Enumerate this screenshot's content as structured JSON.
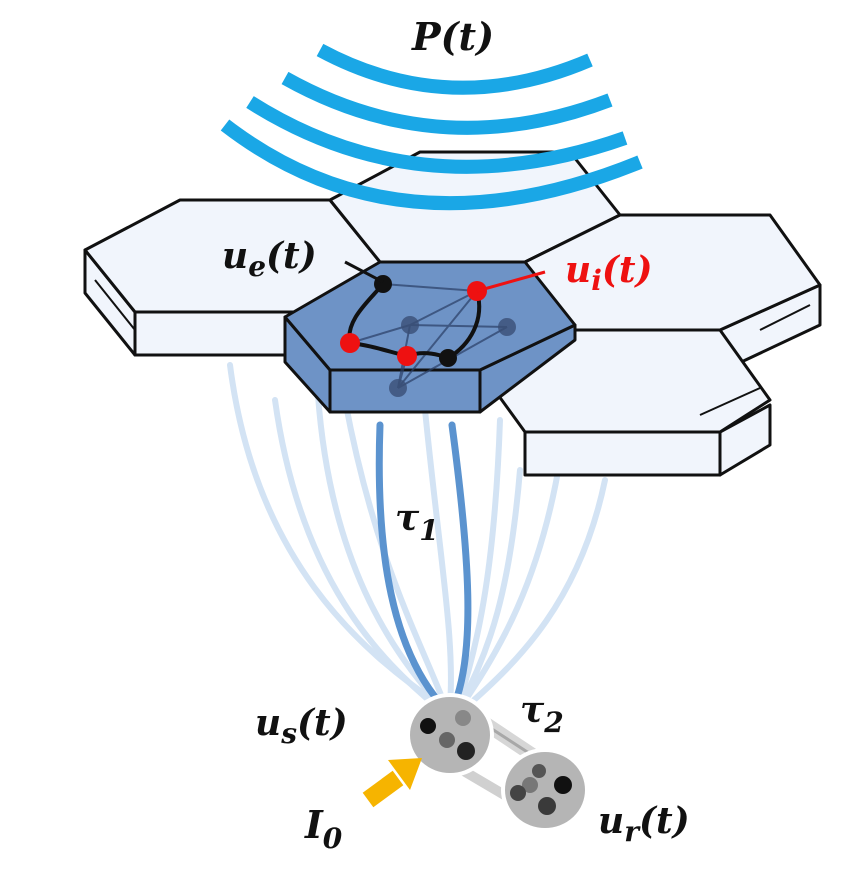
{
  "labels": {
    "P": "P(t)",
    "ue_main": "u",
    "ue_sub": "e",
    "ue_arg": "(t)",
    "ui_main": "u",
    "ui_sub": "i",
    "ui_arg": "(t)",
    "tau1_main": "τ",
    "tau1_sub": "1",
    "tau2_main": "τ",
    "tau2_sub": "2",
    "us_main": "u",
    "us_sub": "s",
    "us_arg": "(t)",
    "ur_main": "u",
    "ur_sub": "r",
    "ur_arg": "(t)",
    "I0_main": "I",
    "I0_sub": "0"
  },
  "colors": {
    "wave": "#1aa7e6",
    "hex_face": "#f1f5fc",
    "hex_center": "#6e93c6",
    "fiber": "#5b93cf",
    "fiber_faint": "#d3e3f4",
    "node_excitatory": "#111111",
    "node_inhibitory": "#ee1111",
    "sphere": "#b9b9b9",
    "arrow": "#f6b400"
  }
}
